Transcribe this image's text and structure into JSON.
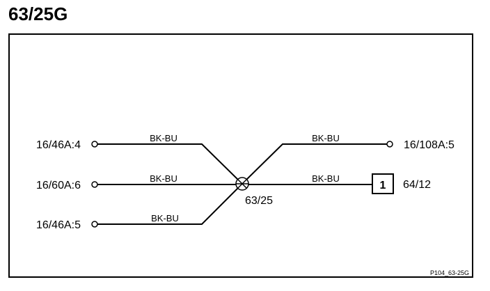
{
  "title": "63/25G",
  "splice": {
    "label": "63/25"
  },
  "terminals_left": [
    {
      "label": "16/46A:4",
      "wire": "BK-BU"
    },
    {
      "label": "16/60A:6",
      "wire": "BK-BU"
    },
    {
      "label": "16/46A:5",
      "wire": "BK-BU"
    }
  ],
  "terminals_right": [
    {
      "label": "16/108A:5",
      "wire": "BK-BU"
    },
    {
      "label": "64/12",
      "wire": "BK-BU",
      "box_number": "1"
    }
  ],
  "reference": "P104_63-25G"
}
